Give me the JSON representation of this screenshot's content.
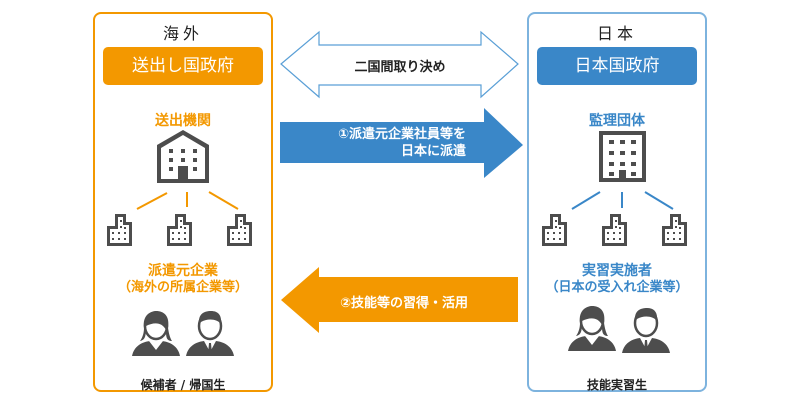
{
  "colors": {
    "overseas_accent": "#f39800",
    "japan_accent": "#3a87c8",
    "japan_border": "#7db3de",
    "icon_gray": "#4d4d4d"
  },
  "left_panel": {
    "title": "海外",
    "government": "送出し国政府",
    "organization": "送出機関",
    "companies_label": "派遣元企業",
    "companies_sublabel": "（海外の所属企業等）",
    "people_caption": "候補者 / 帰国生"
  },
  "right_panel": {
    "title": "日本",
    "government": "日本国政府",
    "organization": "監理団体",
    "companies_label": "実習実施者",
    "companies_sublabel": "（日本の受入れ企業等）",
    "people_caption": "技能実習生"
  },
  "arrows": {
    "bilateral": "二国間取り決め",
    "dispatch_line1": "①派遣元企業社員等を",
    "dispatch_line2": "日本に派遣",
    "return": "②技能等の習得・活用"
  }
}
